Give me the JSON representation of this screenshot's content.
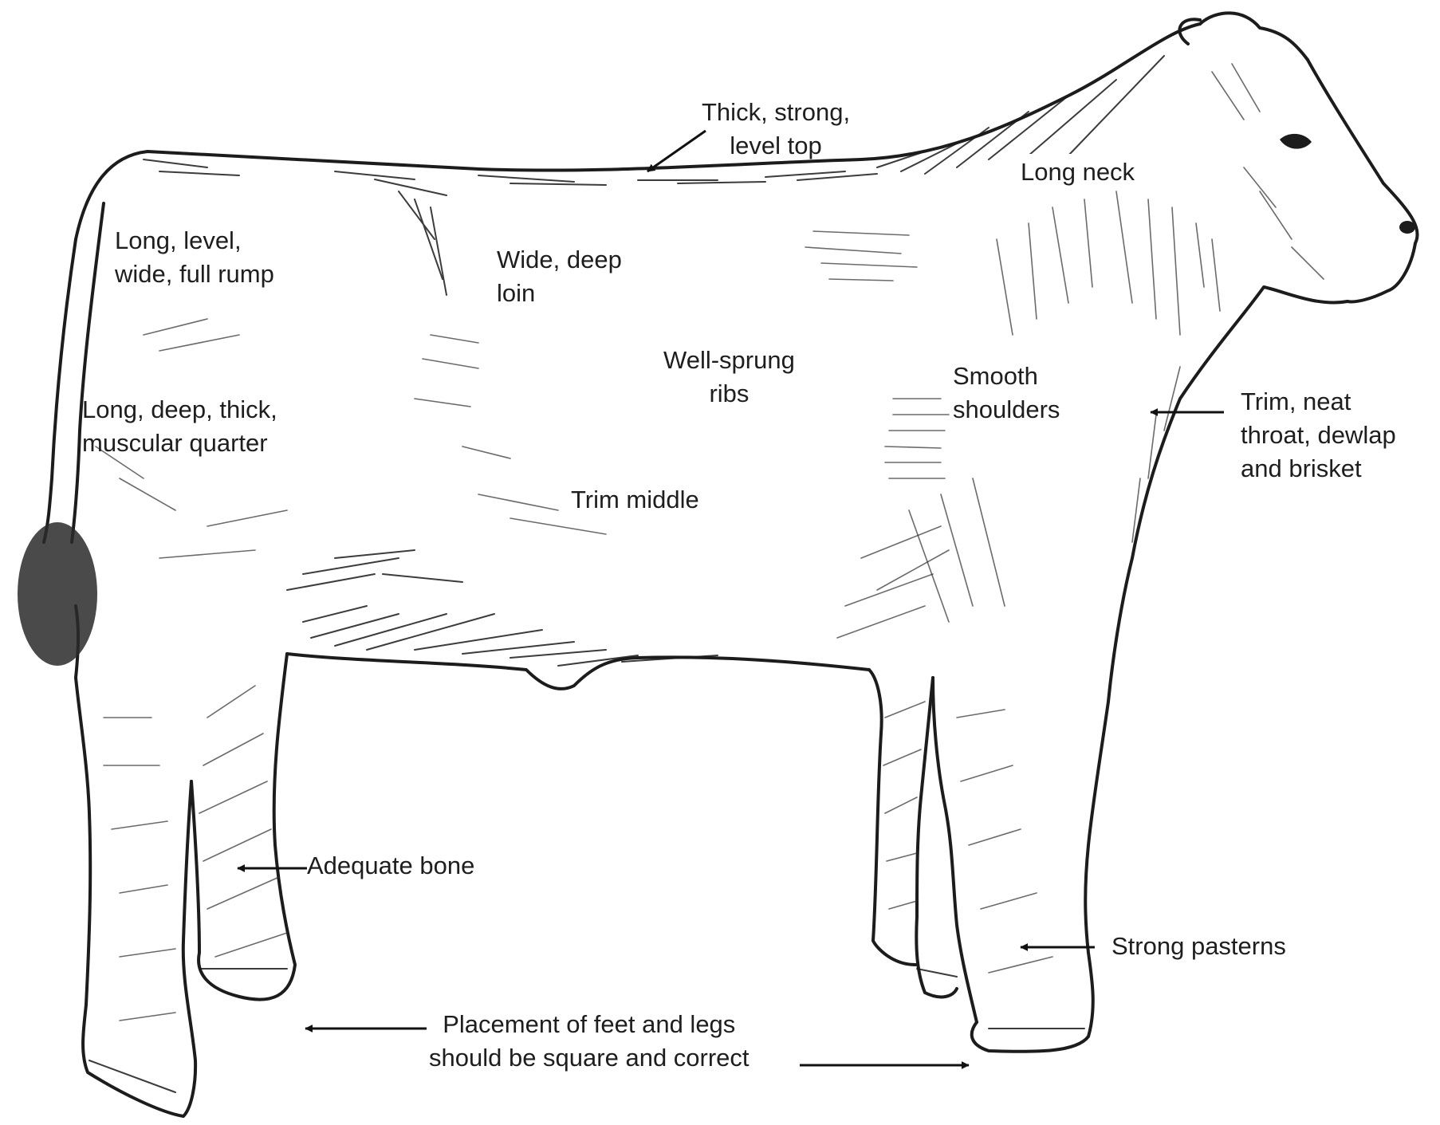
{
  "labels": {
    "top": {
      "line1": "Thick, strong,",
      "line2": "level top"
    },
    "neck": "Long neck",
    "rump": {
      "line1": "Long, level,",
      "line2": "wide, full rump"
    },
    "loin": {
      "line1": "Wide, deep",
      "line2": "loin"
    },
    "ribs": {
      "line1": "Well-sprung",
      "line2": "ribs"
    },
    "shoulders": {
      "line1": "Smooth",
      "line2": "shoulders"
    },
    "throat": {
      "line1": "Trim, neat",
      "line2": "throat, dewlap",
      "line3": "and brisket"
    },
    "quarter": {
      "line1": "Long, deep, thick,",
      "line2": "muscular quarter"
    },
    "middle": "Trim middle",
    "bone": "Adequate bone",
    "pasterns": "Strong pasterns",
    "feet": {
      "line1": "Placement of feet and legs",
      "line2": "should be square and correct"
    }
  }
}
